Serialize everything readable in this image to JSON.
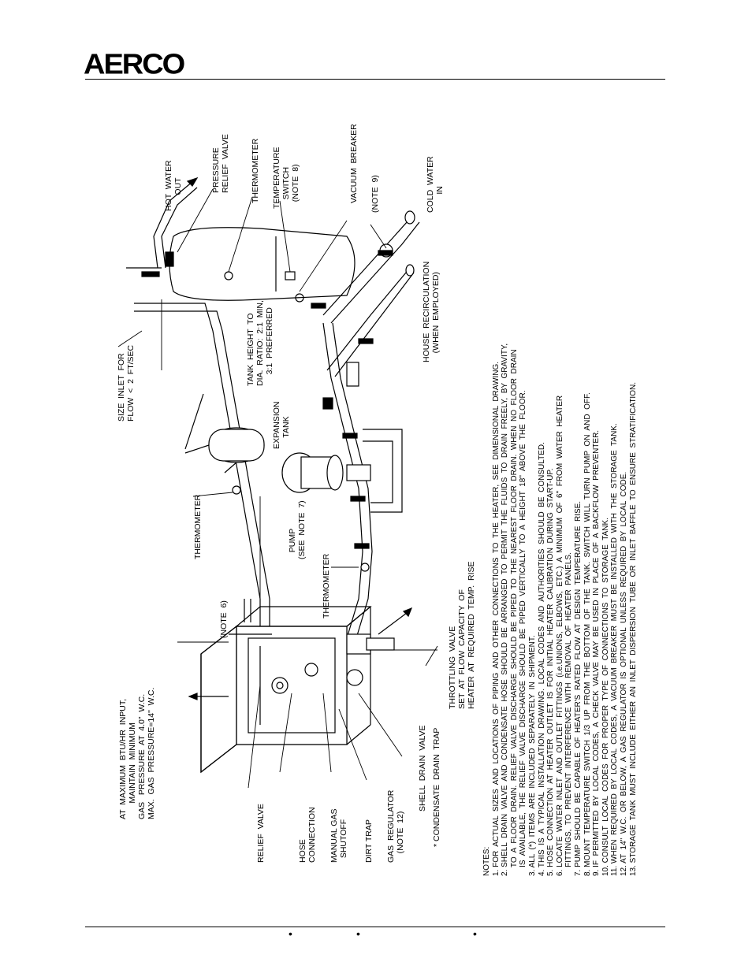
{
  "header": {
    "logo_text": "AERCO"
  },
  "footer": {
    "bullets": [
      "•",
      "•",
      "•"
    ]
  },
  "labels": {
    "max_btu": "AT  MAXIMUM  BTU/HR  INPUT,\n       MAINTAIN  MINIMUM\nGAS   PRESSURE  AT  4.0\"  W.C.\nMAX.  GAS  PRESSURE=14\"  W.C.",
    "note6": "(NOTE  6)",
    "relief_valve": "RELIEF  VALVE",
    "hose_connection": "HOSE\nCONNECTION",
    "manual_gas_shutoff": "MANUAL GAS\n  SHUTOFF",
    "dirt_trap": "DIRT TRAP",
    "gas_regulator": "GAS  REGULATOR\n    (NOTE  12)",
    "shell_drain_valve": "SHELL  DRAIN  VALVE",
    "condensate_drain_trap": "* CONDENSATE  DRAIN  TRAP",
    "throttling_valve": "THROTTLING  VALVE\nSET  AT  FLOW  CAPACITY  OF\nHEATER  AT  REQUIRED  TEMP.  RISE",
    "thermometer_low": "THERMOMETER",
    "pump": "   PUMP\n(SEE  NOTE  7)",
    "thermometer_mid": "THERMOMETER",
    "expansion_tank": "EXPANSION\n     TANK",
    "size_inlet": "SIZE  INLET  FOR\nFLOW  <  2  FT/SEC",
    "tank_height": "TANK  HEIGHT  TO\nDIA.  RATIO:  2:1  MIN,\n     3:1  PREFERRED",
    "house_recirculation": "HOUSE  RECIRCULATION\n    (WHEN  EMPLOYED)",
    "hot_water_out": "HOT  WATER\n       OUT",
    "pressure_relief_valve": "PRESSURE\nRELIEF  VALVE",
    "thermometer_top": "THERMOMETER",
    "temperature_switch": "TEMPERATURE\n    SWITCH\n   (NOTE  8)",
    "vacuum_breaker": "VACUUM  BREAKER",
    "note9": "(NOTE  9)",
    "cold_water_in": "COLD  WATER\n        IN"
  },
  "notes": {
    "heading": "NOTES:",
    "items": [
      "1. FOR  ACTUAL  SIZES  AND  LOCATIONS  OF  PIPING  AND  OTHER  CONNECTIONS  TO  THE  HEATER,  SEE  DIMENSIONAL  DRAWING.",
      "2. SHELL  DRAIN  VALVE  AND  CONDENSATE  HOSE  SHOULD  BE  ARRANGED  TO  PERMIT  THE  FLUIDS  TO  DRAIN  FREELY,  BY  GRAVITY,",
      "    TO  A  FLOOR  DRAIN.  RELIEF  VALVE  DISCHARGE  SHOULD  BE  PIPED  TO  THE  NEAREST  FLOOR  DRAIN.  WHEN  NO  FLOOR  DRAIN",
      "    IS  AVAILABLE,  THE  RELIEF  VALVE  DISCHARGE  SHOULD  BE  PIPED  VERTICALLY  TO  A  HEIGHT  18\"  ABOVE  THE  FLOOR.",
      "3. ALL  (*)  ITEMS  ARE  INCLUDED  SEPARATELY  IN  SHIPMENT.",
      "4. THIS  IS  A  TYPICAL  INSTALLATION  DRAWING.  LOCAL  CODES  AND  AUTHORITIES  SHOULD  BE  CONSULTED.",
      "5. HOSE  CONNECTION  AT  HEATER  OUTLET  IS  FOR  INITIAL  HEATER  CALIBRATION  DURING  START-UP.",
      "6. LOCATE  WATER  INLET  AND  OUTLET  FITTINGS  (i.e.UNIONS,  ELBOWS,  ETC.)  A  MINIMUM  OF  6\"  FROM  WATER  HEATER",
      "    FITTINGS,  TO  PREVENT  INTERFERENCE  WITH  REMOVAL  OF  HEATER  PANELS.",
      "7. PUMP  SHOULD  BE  CAPABLE  OF  HEATER'S  RATED  FLOW  AT  DESIGN  TEMPERATURE  RISE.",
      "8. MOUNT  TEMPERATURE  SWITCH  1/3  UP  FROM  THE  BOTTOM  OF  THE  TANK.  SWITCH  WILL  TURN  PUMP  ON  AND  OFF.",
      "9. IF  PERMITTED  BY  LOCAL  CODES,  A  CHECK  VALVE  MAY  BE  USED  IN  PLACE  OF  A  BACKFLOW  PREVENTER.",
      "10. CONSULT  LOCAL  CODES  FOR  PROPER  TYPE  OF  CONNECTIONS  TO  STORAGE  TANK.",
      "11. WHEN  REQUIRED  BY  LOCAL  CODES,  A  VACUUM  BREAKER  MUST  BE  INSTALLED  WITH  THE  STORAGE  TANK.",
      "12. AT  14\"  W.C.  OR  BELOW,  A  GAS  REGULATOR  IS  OPTIONAL  UNLESS  REQUIRED  BY  LOCAL  CODE.",
      "13. STORAGE  TANK  MUST  INCLUDE  EITHER  AN  INLET  DISPERSION  TUBE  OR  INLET  BAFFLE  TO  ENSURE  STRATIFICATION."
    ]
  }
}
